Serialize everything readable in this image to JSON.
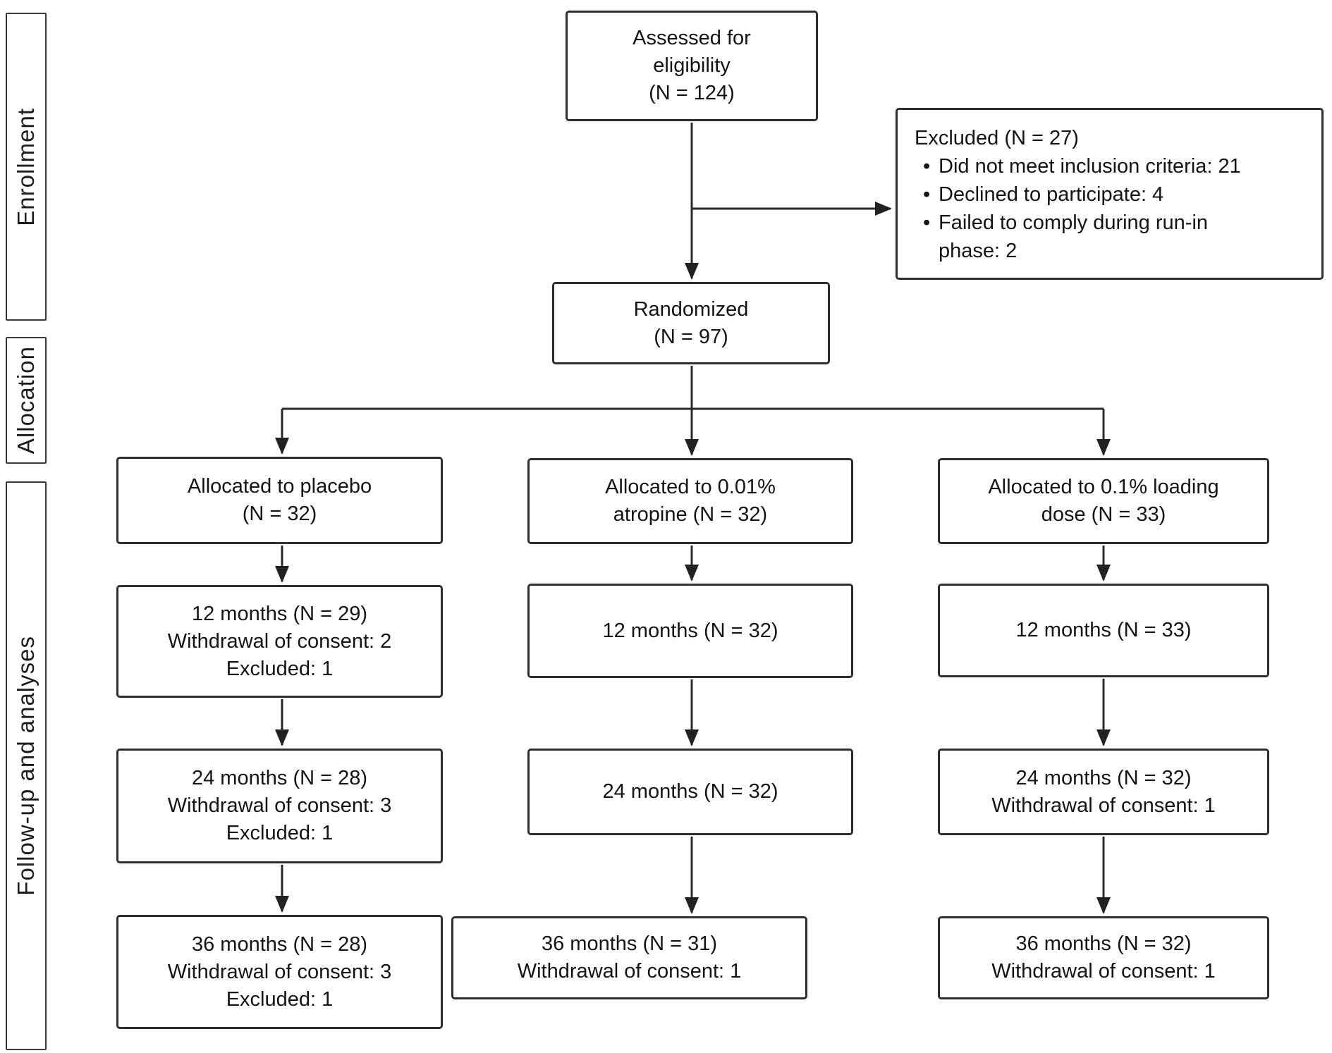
{
  "colors": {
    "line": "#2b2b2b",
    "border": "#2e2e2e",
    "text": "#141414"
  },
  "stage_labels": {
    "enrollment": "Enrollment",
    "allocation": "Allocation",
    "followup": "Follow-up and analyses"
  },
  "assessed": {
    "l1": "Assessed for",
    "l2": "eligibility",
    "l3": "(N = 124)"
  },
  "excluded": {
    "title": "Excluded (N = 27)",
    "bullet1": "Did not meet inclusion criteria: 21",
    "bullet2": "Declined to participate: 4",
    "bullet3_line1": "Failed to comply during run-in",
    "bullet3_line2": "phase: 2"
  },
  "randomized": {
    "l1": "Randomized",
    "l2": "(N = 97)"
  },
  "arms": [
    {
      "allocation": {
        "l1": "Allocated to placebo",
        "l2": "(N = 32)"
      },
      "m12": [
        "12 months (N = 29)",
        "Withdrawal of consent: 2",
        "Excluded: 1"
      ],
      "m24": [
        "24 months (N = 28)",
        "Withdrawal of consent: 3",
        "Excluded: 1"
      ],
      "m36": [
        "36 months (N = 28)",
        "Withdrawal of consent: 3",
        "Excluded: 1"
      ]
    },
    {
      "allocation": {
        "l1": "Allocated to 0.01%",
        "l2": "atropine (N = 32)"
      },
      "m12": [
        "12 months (N = 32)"
      ],
      "m24": [
        "24 months (N = 32)"
      ],
      "m36": [
        "36 months (N = 31)",
        "Withdrawal of consent: 1"
      ]
    },
    {
      "allocation": {
        "l1": "Allocated to 0.1% loading",
        "l2": "dose (N = 33)"
      },
      "m12": [
        "12 months (N = 33)"
      ],
      "m24": [
        "24 months (N = 32)",
        "Withdrawal of consent: 1"
      ],
      "m36": [
        "36 months (N = 32)",
        "Withdrawal of consent: 1"
      ]
    }
  ]
}
